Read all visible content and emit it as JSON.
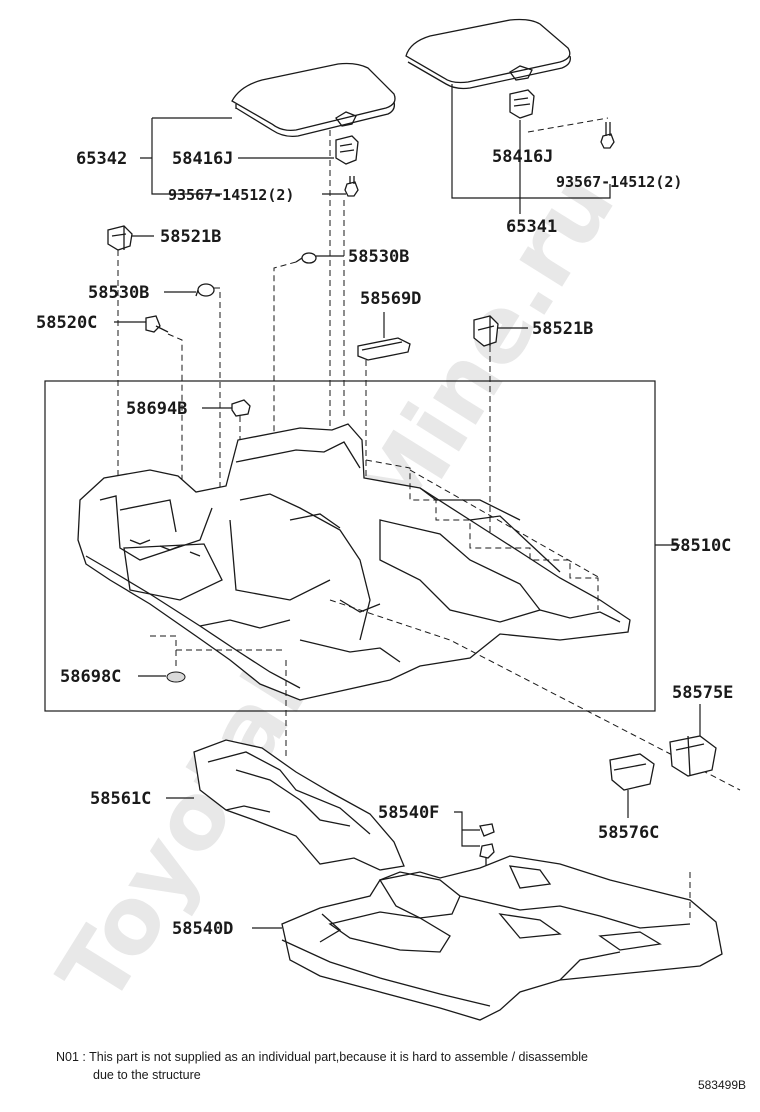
{
  "watermark": "ToyotaPartMine.ru",
  "labels": {
    "p65342": "65342",
    "p58416j_left": "58416J",
    "p93567_left": "93567-14512(2)",
    "p58416j_right": "58416J",
    "p93567_right": "93567-14512(2)",
    "p65341": "65341",
    "p58521b_left": "58521B",
    "p58530b_top": "58530B",
    "p58530b_left": "58530B",
    "p58569d": "58569D",
    "p58520c": "58520C",
    "p58521b_right": "58521B",
    "p58694b": "58694B",
    "p58510c": "58510C",
    "p58698c": "58698C",
    "p58575e": "58575E",
    "p58561c": "58561C",
    "p58540f": "58540F",
    "p58576c": "58576C",
    "p58540d": "58540D"
  },
  "footnote": {
    "line1": "N01 : This part is not supplied as an individual part,because it is hard to assemble / disassemble",
    "line2": "due to the structure"
  },
  "diagram_code": "583499B"
}
